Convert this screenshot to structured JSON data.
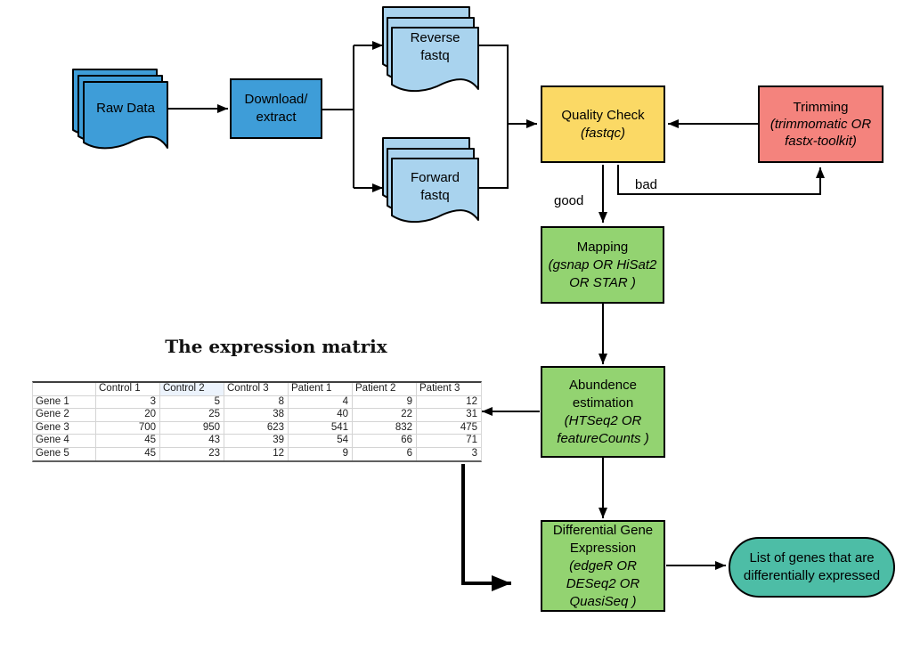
{
  "nodes": {
    "raw_data": {
      "label": "Raw Data"
    },
    "download_extract": {
      "lines": [
        "Download/",
        "extract"
      ]
    },
    "reverse_fastq": {
      "lines": [
        "Reverse",
        "fastq"
      ]
    },
    "forward_fastq": {
      "lines": [
        "Forward",
        "fastq"
      ]
    },
    "quality_check": {
      "lines": [
        "Quality Check",
        "(fastqc)"
      ]
    },
    "trimming": {
      "lines": [
        "Trimming",
        "(trimmomatic OR",
        "fastx-toolkit)"
      ]
    },
    "mapping": {
      "lines": [
        "Mapping",
        "(gsnap OR HiSat2",
        "OR STAR )"
      ]
    },
    "abundance_estimation": {
      "lines": [
        "Abundence",
        "estimation",
        "(HTSeq2 OR",
        "featureCounts )"
      ]
    },
    "differential_gene_expression": {
      "lines": [
        "Differential Gene",
        "Expression",
        "(edgeR OR",
        "DESeq2 OR",
        "QuasiSeq )"
      ]
    },
    "result_list": {
      "lines": [
        "List of genes that are",
        "differentially expressed"
      ]
    }
  },
  "edge_labels": {
    "good": "good",
    "bad": "bad"
  },
  "expression_matrix": {
    "title": "The expression matrix",
    "columns": [
      "Control 1",
      "Control 2",
      "Control 3",
      "Patient 1",
      "Patient 2",
      "Patient 3"
    ],
    "rows": [
      {
        "label": "Gene 1",
        "values": [
          3,
          5,
          8,
          4,
          9,
          12
        ]
      },
      {
        "label": "Gene 2",
        "values": [
          20,
          25,
          38,
          40,
          22,
          31
        ]
      },
      {
        "label": "Gene 3",
        "values": [
          700,
          950,
          623,
          541,
          832,
          475
        ]
      },
      {
        "label": "Gene 4",
        "values": [
          45,
          43,
          39,
          54,
          66,
          71
        ]
      },
      {
        "label": "Gene 5",
        "values": [
          45,
          23,
          12,
          9,
          6,
          3
        ]
      }
    ]
  },
  "colors": {
    "blue": "#3e9dd8",
    "lightblue": "#a9d3ee",
    "yellow": "#fbd965",
    "salmon": "#f4837d",
    "green": "#93d371",
    "teal": "#4dbda6"
  }
}
